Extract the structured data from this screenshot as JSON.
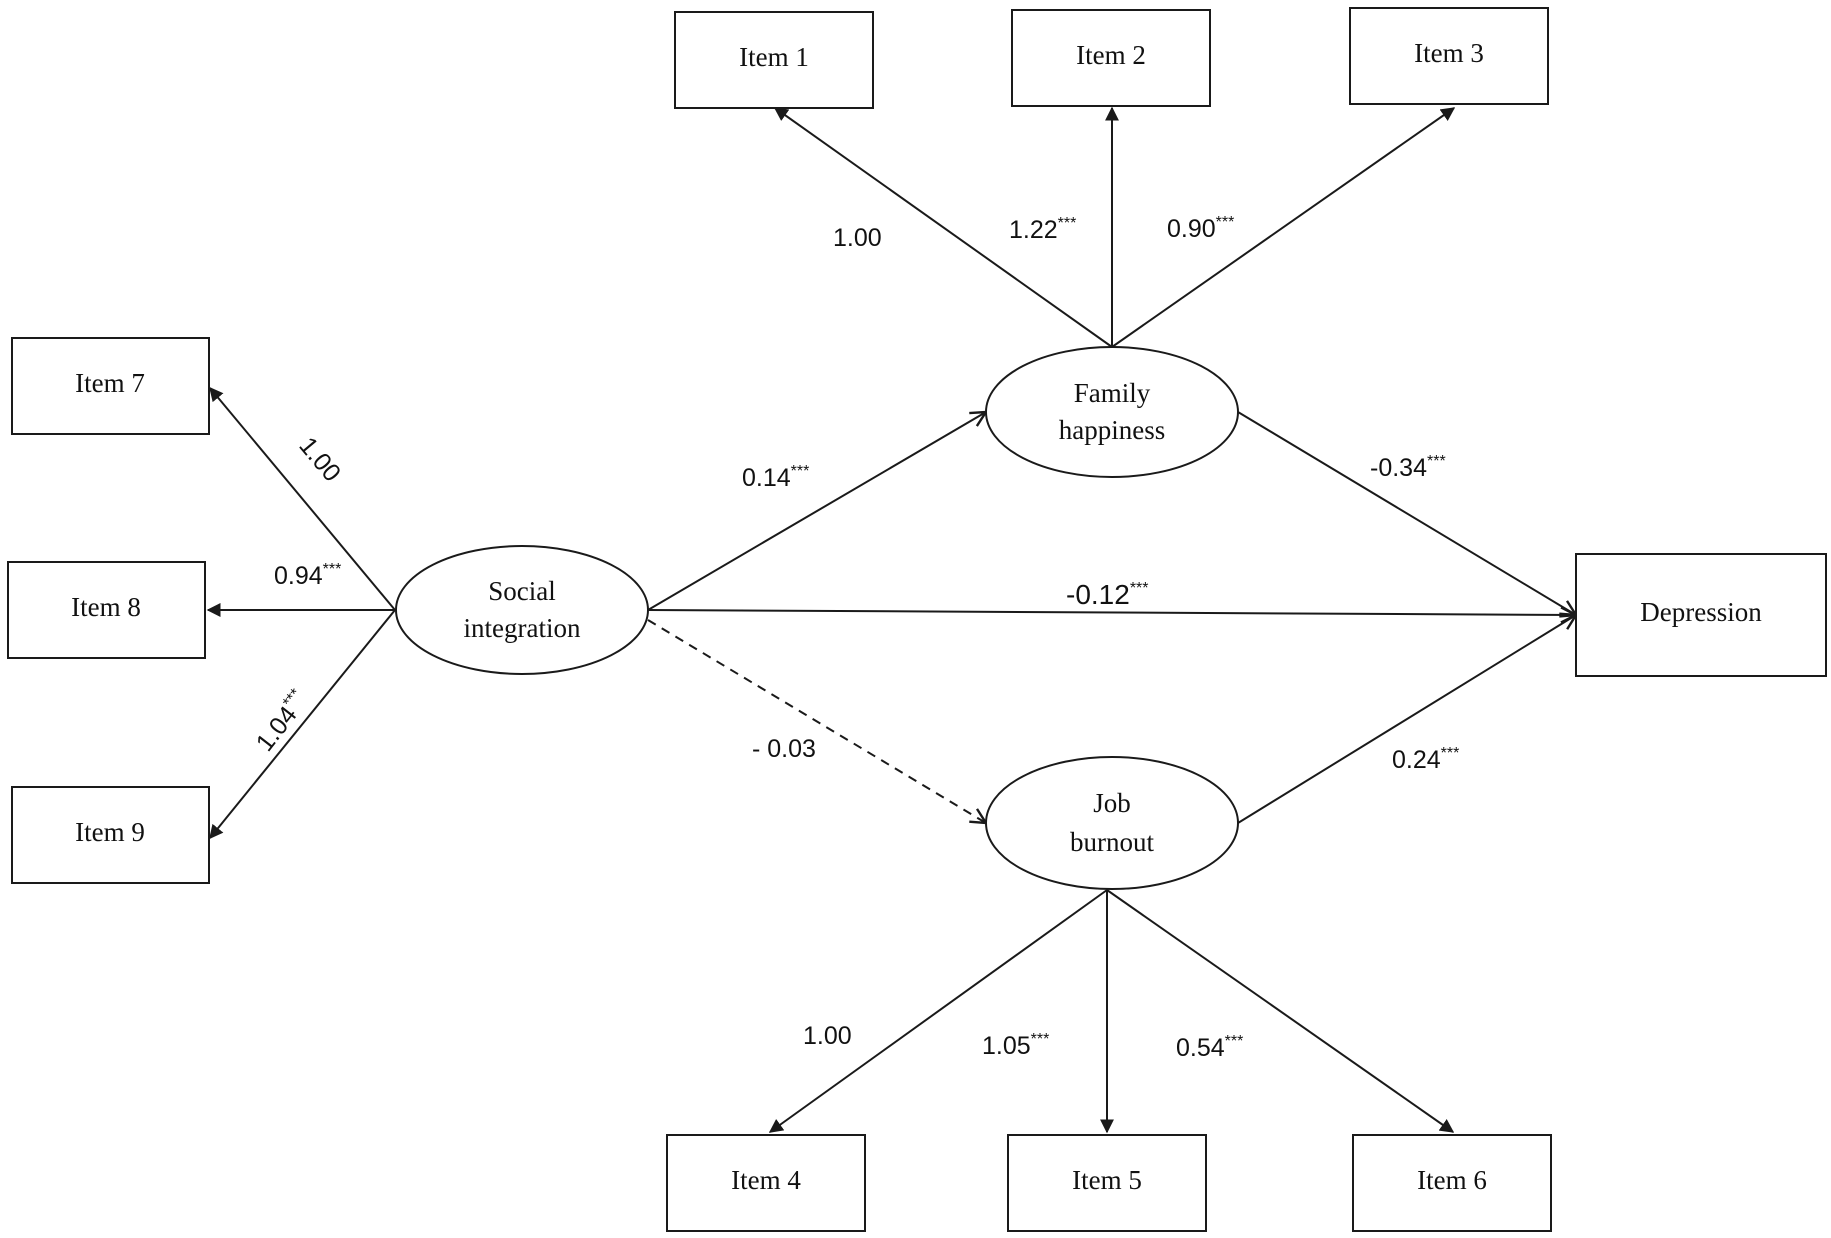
{
  "nodes": {
    "item1": "Item 1",
    "item2": "Item 2",
    "item3": "Item 3",
    "item4": "Item 4",
    "item5": "Item 5",
    "item6": "Item 6",
    "item7": "Item 7",
    "item8": "Item 8",
    "item9": "Item 9",
    "depression": "Depression",
    "social_integration": [
      "Social",
      "integration"
    ],
    "family_happiness": [
      "Family",
      "happiness"
    ],
    "job_burnout": [
      "Job",
      "burnout"
    ]
  },
  "paths": {
    "fh_item1": {
      "value": "1.00",
      "sig": ""
    },
    "fh_item2": {
      "value": "1.22",
      "sig": "***"
    },
    "fh_item3": {
      "value": "0.90",
      "sig": "***"
    },
    "si_item7": {
      "value": "1.00",
      "sig": ""
    },
    "si_item8": {
      "value": "0.94",
      "sig": "***"
    },
    "si_item9": {
      "value": "1.04",
      "sig": "***"
    },
    "si_fh": {
      "value": "0.14",
      "sig": "***"
    },
    "si_dep": {
      "value": "-0.12",
      "sig": "***"
    },
    "si_jb": {
      "value": "- 0.03",
      "sig": ""
    },
    "fh_dep": {
      "value": "-0.34",
      "sig": "***"
    },
    "jb_dep": {
      "value": "0.24",
      "sig": "***"
    },
    "jb_item4": {
      "value": "1.00",
      "sig": ""
    },
    "jb_item5": {
      "value": "1.05",
      "sig": "***"
    },
    "jb_item6": {
      "value": "0.54",
      "sig": "***"
    }
  }
}
